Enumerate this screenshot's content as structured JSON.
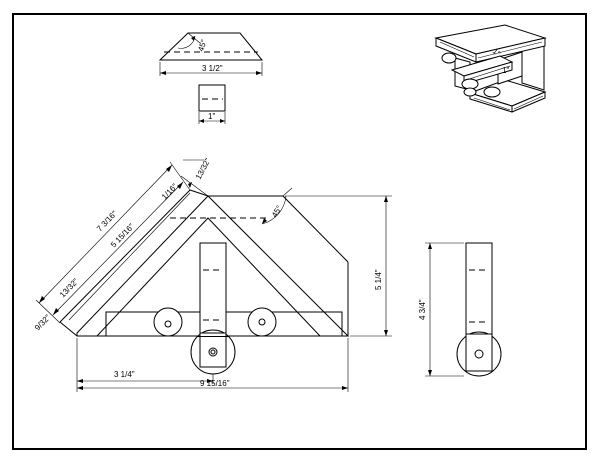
{
  "dimensions": {
    "top_angle": "45°",
    "top_width": "3 1/2\"",
    "small_width": "1\"",
    "len_7_3_16": "7 3/16\"",
    "len_5_15_16": "5 15/16\"",
    "len_1_16": "1/16\"",
    "len_13_32_top": "13/32\"",
    "len_13_32_left": "13/32\"",
    "len_9_32": "9/32\"",
    "angle_45": "45°",
    "height_5_1_4": "5 1/4\"",
    "width_3_1_4": "3 1/4\"",
    "width_9_15_16": "9 15/16\"",
    "height_4_3_4": "4 3/4\"",
    "iso_a": "1\"",
    "iso_b": "1\""
  }
}
